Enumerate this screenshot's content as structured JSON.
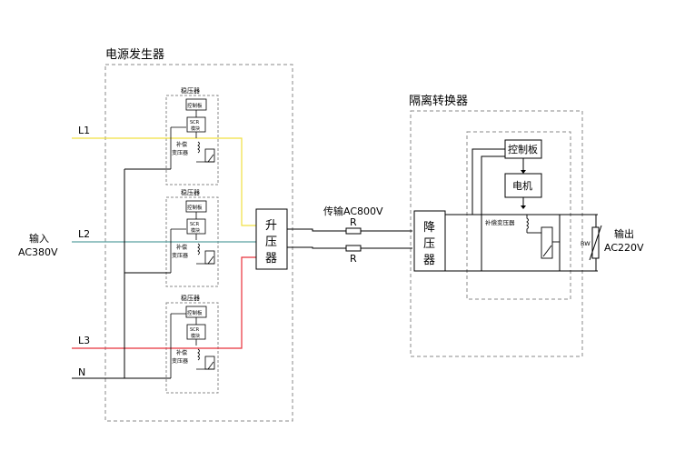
{
  "generator": {
    "title": "电源发生器",
    "regulator_title": "稳压器",
    "control_board": "控制板",
    "scr_line1": "SCR",
    "scr_line2": "模块",
    "comp_line1": "补偿",
    "comp_line2": "变压器",
    "booster": [
      "升",
      "压",
      "器"
    ]
  },
  "inputs": {
    "l1": "L1",
    "l2": "L2",
    "l3": "L3",
    "n": "N",
    "input_label_1": "输入",
    "input_label_2": "AC380V"
  },
  "transmission": {
    "label": "传输AC800V",
    "r_top": "R",
    "r_bottom": "R"
  },
  "isolation": {
    "title": "隔离转换器",
    "stepdown": [
      "降",
      "压",
      "器"
    ],
    "control_board": "控制板",
    "motor": "电机",
    "comp_transformer": "补偿变压器",
    "rw": "RW",
    "output_label_1": "输出",
    "output_label_2": "AC220V"
  },
  "colors": {
    "l1": "#f0e040",
    "l2": "#5aa0a0",
    "l3": "#e8303a",
    "wire": "#000000",
    "dashed_box": "#888888"
  }
}
